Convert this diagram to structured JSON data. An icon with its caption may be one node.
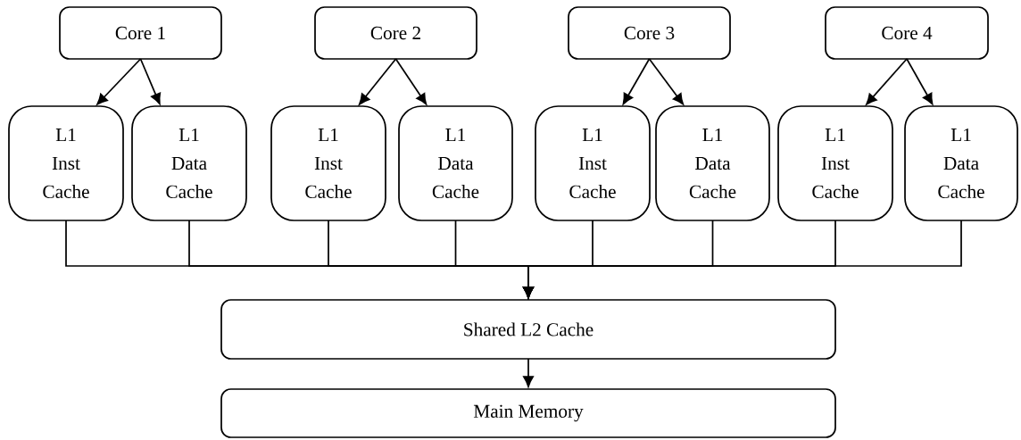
{
  "diagram": {
    "nodes": [
      {
        "text": [
          "Core 1"
        ]
      },
      {
        "text": [
          "Core 2"
        ]
      },
      {
        "text": [
          "Core 3"
        ]
      },
      {
        "text": [
          "Core 4"
        ]
      },
      {
        "text": [
          "L1 Inst Cache"
        ]
      },
      {
        "text": [
          "L1 Data Cache"
        ]
      },
      {
        "text": [
          "L1 Inst Cache"
        ]
      },
      {
        "text": [
          "L1 Data Cache"
        ]
      },
      {
        "text": [
          "L1 Inst Cache"
        ]
      },
      {
        "text": [
          "L1 Data Cache"
        ]
      },
      {
        "text": [
          "L1 Inst Cache"
        ]
      },
      {
        "text": [
          "L1 Data Cache"
        ]
      },
      {
        "text": [
          "Shared L2 Cache"
        ]
      },
      {
        "text": [
          "Main Memory"
        ]
      }
    ],
    "edges": [
      {
        "from": 0,
        "to": 4,
        "arrow": "to"
      },
      {
        "from": 0,
        "to": 5,
        "arrow": "to"
      },
      {
        "from": 1,
        "to": 6,
        "arrow": "to"
      },
      {
        "from": 1,
        "to": 7,
        "arrow": "to"
      },
      {
        "from": 2,
        "to": 8,
        "arrow": "to"
      },
      {
        "from": 2,
        "to": 9,
        "arrow": "to"
      },
      {
        "from": 3,
        "to": 10,
        "arrow": "to"
      },
      {
        "from": 3,
        "to": 11,
        "arrow": "to"
      },
      {
        "from": 4,
        "to": 12,
        "arrow": "to"
      },
      {
        "from": 5,
        "to": 12,
        "arrow": "to"
      },
      {
        "from": 6,
        "to": 12,
        "arrow": "to"
      },
      {
        "from": 7,
        "to": 12,
        "arrow": "to"
      },
      {
        "from": 8,
        "to": 12,
        "arrow": "to"
      },
      {
        "from": 9,
        "to": 12,
        "arrow": "to"
      },
      {
        "from": 10,
        "to": 12,
        "arrow": "to"
      },
      {
        "from": 11,
        "to": 12,
        "arrow": "to"
      },
      {
        "from": 12,
        "to": 13,
        "arrow": "to"
      }
    ]
  }
}
